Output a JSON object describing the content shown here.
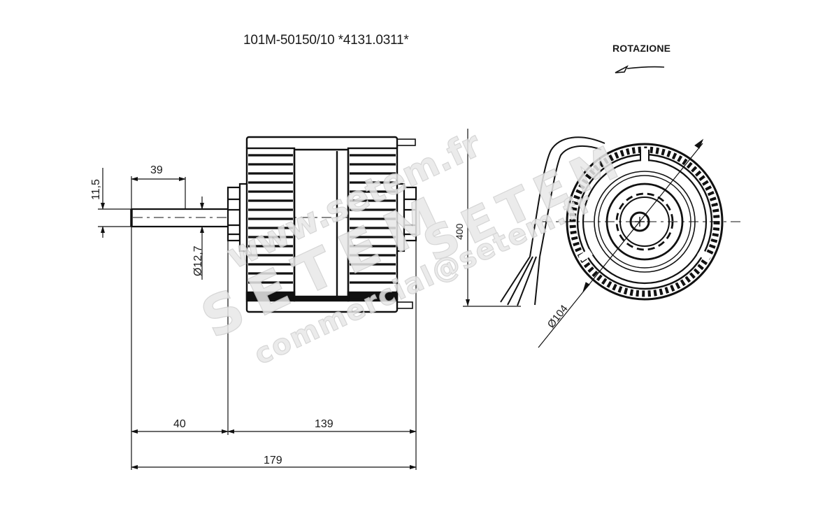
{
  "title": "101M-50150/10  *4131.0311*",
  "rotation": {
    "label": "ROTAZIONE",
    "direction": "counter-clockwise (arrow pointing left)"
  },
  "dimensions": {
    "shaft_key_height": "11,5",
    "shaft_key_length": "39",
    "shaft_diameter": "Ø12,7",
    "shaft_length": "40",
    "body_length": "139",
    "total_length": "179",
    "cable_length": "400",
    "body_diameter": "Ø104"
  },
  "watermark": {
    "url": "www.setem.fr",
    "brand_large": "SETEM",
    "brand_right": "SETEM",
    "email": "commercial@setem.fr"
  },
  "colors": {
    "line": "#111111",
    "background": "#ffffff",
    "watermark_fill": "#e8e8e8",
    "watermark_stroke": "#cfcfcf"
  }
}
